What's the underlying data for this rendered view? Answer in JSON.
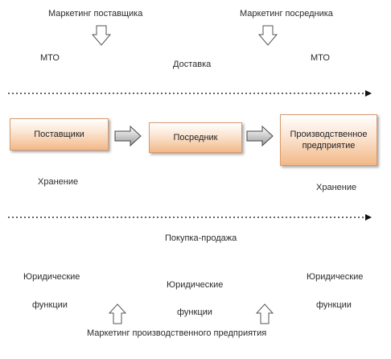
{
  "texts": {
    "supplier_marketing": "Маркетинг поставщика",
    "intermediary_marketing": "Маркетинг посредника",
    "mto_left": "МТО",
    "delivery": "Доставка",
    "mto_right": "МТО",
    "storage_left": "Хранение",
    "storage_right": "Хранение",
    "purchase_sale": "Покупка-продажа",
    "legal_functions_left_line1": "Юридические",
    "legal_functions_left_line2": "функции",
    "legal_functions_mid_line1": "Юридические",
    "legal_functions_mid_line2": "функции",
    "legal_functions_right_line1": "Юридические",
    "legal_functions_right_line2": "функции",
    "enterprise_marketing": "Маркетинг производственного предприятия"
  },
  "boxes": {
    "suppliers": "Поставщики",
    "intermediary": "Посредник",
    "enterprise_line1": "Производственное",
    "enterprise_line2": "предприятие"
  },
  "colors": {
    "box_border": "#d79a6e",
    "box_fill_light": "#fbe3cf",
    "box_fill_dark": "#f2b888",
    "arrow_fill": "#c8c8c8",
    "line": "#333333"
  }
}
